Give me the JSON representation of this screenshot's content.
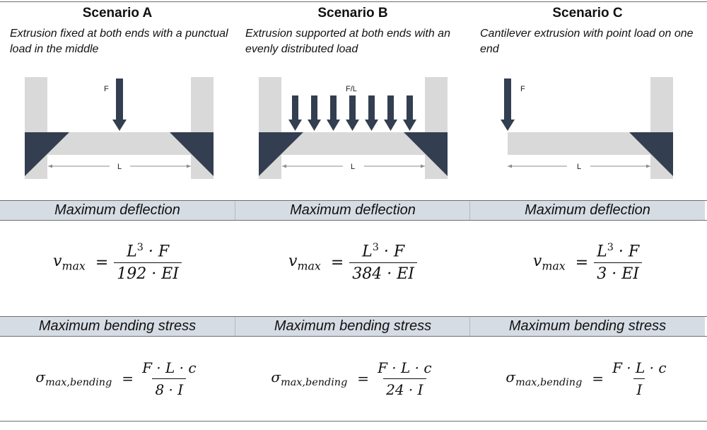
{
  "colors": {
    "support": "#d9d9d9",
    "beam": "#d9d9d9",
    "load": "#333f50",
    "band": "#d6dce4",
    "dim": "#8c8c8c"
  },
  "scenarios": [
    {
      "title": "Scenario A",
      "description": "Extrusion fixed at both ends with a punctual load in the middle",
      "force_label": "F",
      "length_label": "L",
      "deflection_header": "Maximum deflection",
      "deflection": {
        "lhs": "v",
        "lhs_sub": "max",
        "num_base": "L",
        "num_exp": "3",
        "num_rest": "· F",
        "den": "192 · EI"
      },
      "stress_header": "Maximum bending stress",
      "stress": {
        "lhs": "σ",
        "lhs_sub": "max,bending",
        "num": "F · L · c",
        "den": "8 · I"
      }
    },
    {
      "title": "Scenario B",
      "description": "Extrusion supported at both ends with an evenly distributed load",
      "force_label": "F/L",
      "length_label": "L",
      "deflection_header": "Maximum deflection",
      "deflection": {
        "lhs": "v",
        "lhs_sub": "max",
        "num_base": "L",
        "num_exp": "3",
        "num_rest": "· F",
        "den": "384 · EI"
      },
      "stress_header": "Maximum bending stress",
      "stress": {
        "lhs": "σ",
        "lhs_sub": "max,bending",
        "num": "F · L · c",
        "den": "24 · I"
      }
    },
    {
      "title": "Scenario C",
      "description": "Cantilever extrusion with point load on one end",
      "force_label": "F",
      "length_label": "L",
      "deflection_header": "Maximum deflection",
      "deflection": {
        "lhs": "v",
        "lhs_sub": "max",
        "num_base": "L",
        "num_exp": "3",
        "num_rest": "· F",
        "den": "3 · EI"
      },
      "stress_header": "Maximum bending stress",
      "stress": {
        "lhs": "σ",
        "lhs_sub": "max,bending",
        "num": "F · L · c",
        "den": "I"
      }
    }
  ]
}
